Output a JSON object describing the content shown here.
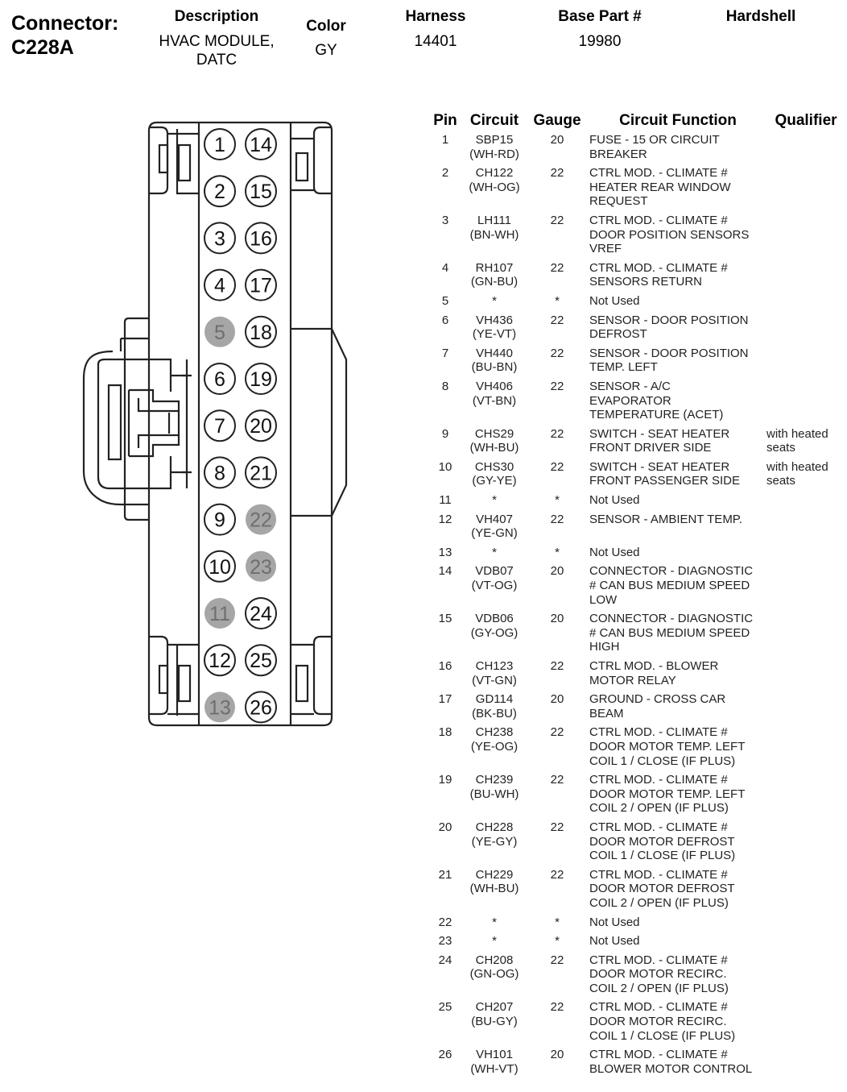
{
  "header": {
    "connector_label": "Connector:",
    "connector_id": "C228A",
    "description_label": "Description",
    "description_value": "HVAC MODULE,\nDATC",
    "color_label": "Color",
    "color_value": "GY",
    "harness_label": "Harness",
    "harness_value": "14401",
    "base_part_label": "Base Part #",
    "base_part_value": "19980",
    "hardshell_label": "Hardshell",
    "hardshell_value": ""
  },
  "diagram": {
    "pins_left": [
      "1",
      "2",
      "3",
      "4",
      "5",
      "6",
      "7",
      "8",
      "9",
      "10",
      "11",
      "12",
      "13"
    ],
    "pins_right": [
      "14",
      "15",
      "16",
      "17",
      "18",
      "19",
      "20",
      "21",
      "22",
      "23",
      "24",
      "25",
      "26"
    ],
    "unused_pins": [
      "5",
      "11",
      "13",
      "22",
      "23"
    ],
    "colors": {
      "outline": "#222222",
      "unused_fill": "#a6a6a6",
      "unused_text": "#6e6e6e"
    }
  },
  "table": {
    "headers": {
      "pin": "Pin",
      "circuit": "Circuit",
      "gauge": "Gauge",
      "function": "Circuit Function",
      "qualifier": "Qualifier"
    },
    "rows": [
      {
        "pin": "1",
        "circuit": "SBP15\n(WH-RD)",
        "gauge": "20",
        "function": "FUSE - 15 OR CIRCUIT\nBREAKER",
        "qualifier": ""
      },
      {
        "pin": "2",
        "circuit": "CH122\n(WH-OG)",
        "gauge": "22",
        "function": "CTRL MOD. - CLIMATE #\nHEATER REAR WINDOW\nREQUEST",
        "qualifier": ""
      },
      {
        "pin": "3",
        "circuit": "LH111\n(BN-WH)",
        "gauge": "22",
        "function": "CTRL MOD. - CLIMATE #\nDOOR POSITION SENSORS\nVREF",
        "qualifier": ""
      },
      {
        "pin": "4",
        "circuit": "RH107\n(GN-BU)",
        "gauge": "22",
        "function": "CTRL MOD. - CLIMATE #\nSENSORS RETURN",
        "qualifier": ""
      },
      {
        "pin": "5",
        "circuit": "*",
        "gauge": "*",
        "function": "Not Used",
        "qualifier": ""
      },
      {
        "pin": "6",
        "circuit": "VH436\n(YE-VT)",
        "gauge": "22",
        "function": "SENSOR - DOOR POSITION\nDEFROST",
        "qualifier": ""
      },
      {
        "pin": "7",
        "circuit": "VH440\n(BU-BN)",
        "gauge": "22",
        "function": "SENSOR - DOOR POSITION\nTEMP. LEFT",
        "qualifier": ""
      },
      {
        "pin": "8",
        "circuit": "VH406\n(VT-BN)",
        "gauge": "22",
        "function": "SENSOR - A/C\nEVAPORATOR\nTEMPERATURE (ACET)",
        "qualifier": ""
      },
      {
        "pin": "9",
        "circuit": "CHS29\n(WH-BU)",
        "gauge": "22",
        "function": "SWITCH - SEAT HEATER\nFRONT DRIVER SIDE",
        "qualifier": "with heated\nseats"
      },
      {
        "pin": "10",
        "circuit": "CHS30\n(GY-YE)",
        "gauge": "22",
        "function": "SWITCH - SEAT HEATER\nFRONT PASSENGER SIDE",
        "qualifier": "with heated\nseats"
      },
      {
        "pin": "11",
        "circuit": "*",
        "gauge": "*",
        "function": "Not Used",
        "qualifier": ""
      },
      {
        "pin": "12",
        "circuit": "VH407\n(YE-GN)",
        "gauge": "22",
        "function": "SENSOR - AMBIENT TEMP.",
        "qualifier": ""
      },
      {
        "pin": "13",
        "circuit": "*",
        "gauge": "*",
        "function": "Not Used",
        "qualifier": ""
      },
      {
        "pin": "14",
        "circuit": "VDB07\n(VT-OG)",
        "gauge": "20",
        "function": "CONNECTOR - DIAGNOSTIC\n# CAN BUS MEDIUM SPEED\nLOW",
        "qualifier": ""
      },
      {
        "pin": "15",
        "circuit": "VDB06\n(GY-OG)",
        "gauge": "20",
        "function": "CONNECTOR - DIAGNOSTIC\n# CAN BUS MEDIUM SPEED\nHIGH",
        "qualifier": ""
      },
      {
        "pin": "16",
        "circuit": "CH123\n(VT-GN)",
        "gauge": "22",
        "function": "CTRL MOD. - BLOWER\nMOTOR RELAY",
        "qualifier": ""
      },
      {
        "pin": "17",
        "circuit": "GD114\n(BK-BU)",
        "gauge": "20",
        "function": "GROUND - CROSS CAR\nBEAM",
        "qualifier": ""
      },
      {
        "pin": "18",
        "circuit": "CH238\n(YE-OG)",
        "gauge": "22",
        "function": "CTRL MOD. - CLIMATE #\nDOOR MOTOR TEMP. LEFT\nCOIL 1 / CLOSE (IF PLUS)",
        "qualifier": ""
      },
      {
        "pin": "19",
        "circuit": "CH239\n(BU-WH)",
        "gauge": "22",
        "function": "CTRL MOD. - CLIMATE #\nDOOR MOTOR TEMP. LEFT\nCOIL 2 / OPEN (IF PLUS)",
        "qualifier": ""
      },
      {
        "pin": "20",
        "circuit": "CH228\n(YE-GY)",
        "gauge": "22",
        "function": "CTRL MOD. - CLIMATE #\nDOOR MOTOR DEFROST\nCOIL 1 / CLOSE (IF PLUS)",
        "qualifier": ""
      },
      {
        "pin": "21",
        "circuit": "CH229\n(WH-BU)",
        "gauge": "22",
        "function": "CTRL MOD. - CLIMATE #\nDOOR MOTOR DEFROST\nCOIL 2 / OPEN (IF PLUS)",
        "qualifier": ""
      },
      {
        "pin": "22",
        "circuit": "*",
        "gauge": "*",
        "function": "Not Used",
        "qualifier": ""
      },
      {
        "pin": "23",
        "circuit": "*",
        "gauge": "*",
        "function": "Not Used",
        "qualifier": ""
      },
      {
        "pin": "24",
        "circuit": "CH208\n(GN-OG)",
        "gauge": "22",
        "function": "CTRL MOD. - CLIMATE #\nDOOR MOTOR RECIRC.\nCOIL 2 / OPEN (IF PLUS)",
        "qualifier": ""
      },
      {
        "pin": "25",
        "circuit": "CH207\n(BU-GY)",
        "gauge": "22",
        "function": "CTRL MOD. - CLIMATE #\nDOOR MOTOR RECIRC.\nCOIL 1 / CLOSE (IF PLUS)",
        "qualifier": ""
      },
      {
        "pin": "26",
        "circuit": "VH101\n(WH-VT)",
        "gauge": "20",
        "function": "CTRL MOD. - CLIMATE #\nBLOWER MOTOR CONTROL",
        "qualifier": ""
      }
    ]
  }
}
